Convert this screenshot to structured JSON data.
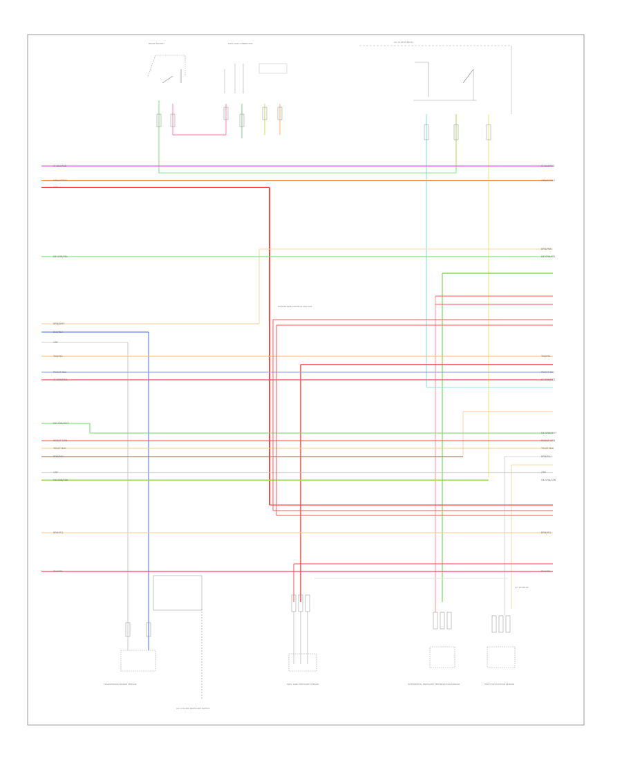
{
  "diagram": {
    "footer_code": "",
    "wires": [
      {
        "id": "w1",
        "color": "#ee44ee",
        "left_label": "LT BLU/RED",
        "right_label": "LT BLU/RED"
      },
      {
        "id": "w2",
        "color": "#ff9944",
        "left_label": "ORN/LT BLU",
        "right_label": "ORN/LT BLU"
      },
      {
        "id": "w3",
        "color": "#ff4444",
        "left_label": "RED",
        "right_label": ""
      },
      {
        "id": "w4",
        "color": "#66dd66",
        "left_label": "DK GRN/YEL",
        "right_label": "DK GRN/YEL"
      },
      {
        "id": "w5",
        "color": "#f5c890",
        "left_label": "BRN/WHT",
        "right_label": "BRN/PNK"
      },
      {
        "id": "w6",
        "color": "#4466ee",
        "left_label": "BLK/BLU",
        "right_label": ""
      },
      {
        "id": "w7",
        "color": "#cccccc",
        "left_label": "GRY",
        "right_label": ""
      },
      {
        "id": "w8",
        "color": "#ffb366",
        "left_label": "TAN/YEL",
        "right_label": "TAN/YEL"
      },
      {
        "id": "w9",
        "color": "#8899ee",
        "left_label": "PNK/LT BLU",
        "right_label": "PNK/LT BLU"
      },
      {
        "id": "w10",
        "color": "#ff4466",
        "left_label": "LT GRN/RED",
        "right_label": "LT GRN/RED"
      },
      {
        "id": "w11",
        "color": "#66dd66",
        "left_label": "DK GRN/WHT",
        "right_label": "DK GRN/WHT"
      },
      {
        "id": "w12",
        "color": "#ff4444",
        "left_label": "RED/LT GRN",
        "right_label": "RED/LT GRN"
      },
      {
        "id": "w13",
        "color": "#f5cc88",
        "left_label": "YEL/LT BLU",
        "right_label": "YEL/LT BLU"
      },
      {
        "id": "w14",
        "color": "#996644",
        "left_label": "BRN/BLU",
        "right_label": "BRN/BLU"
      },
      {
        "id": "w15",
        "color": "#bbbbbb",
        "left_label": "GRY",
        "right_label": "GRY"
      },
      {
        "id": "w16",
        "color": "#99dd33",
        "left_label": "DK GRN/TAN",
        "right_label": "DK GRN/TAN"
      },
      {
        "id": "w17",
        "color": "#f0cc88",
        "left_label": "BRN/YEL",
        "right_label": "BRN/YEL"
      },
      {
        "id": "w18",
        "color": "#ff4466",
        "left_label": "PNK/YEL",
        "right_label": "PNK/YEL"
      }
    ],
    "components": [
      {
        "id": "c1",
        "label": "BRAKE SWITCH"
      },
      {
        "id": "c2",
        "label": "DATA LINK CONNECTOR"
      },
      {
        "id": "c3",
        "label": "A/C CLUTCH RELAY"
      },
      {
        "id": "c4",
        "label": "TRANSMISSION RANGE SENSOR"
      },
      {
        "id": "c5",
        "label": "A/C CYCLING PRESSURE SWITCH"
      },
      {
        "id": "c6",
        "label": "FUEL TANK PRESSURE SENSOR"
      },
      {
        "id": "c7",
        "label": "DIFFERENTIAL PRESSURE FEEDBACK EGR SENSOR"
      },
      {
        "id": "c8",
        "label": "THROTTLE POSITION SENSOR"
      }
    ],
    "notes": [
      {
        "id": "n1",
        "text": "POWERTRAIN CONTROL MODULE"
      },
      {
        "id": "n2",
        "text": "A/T W/4R100"
      }
    ]
  }
}
